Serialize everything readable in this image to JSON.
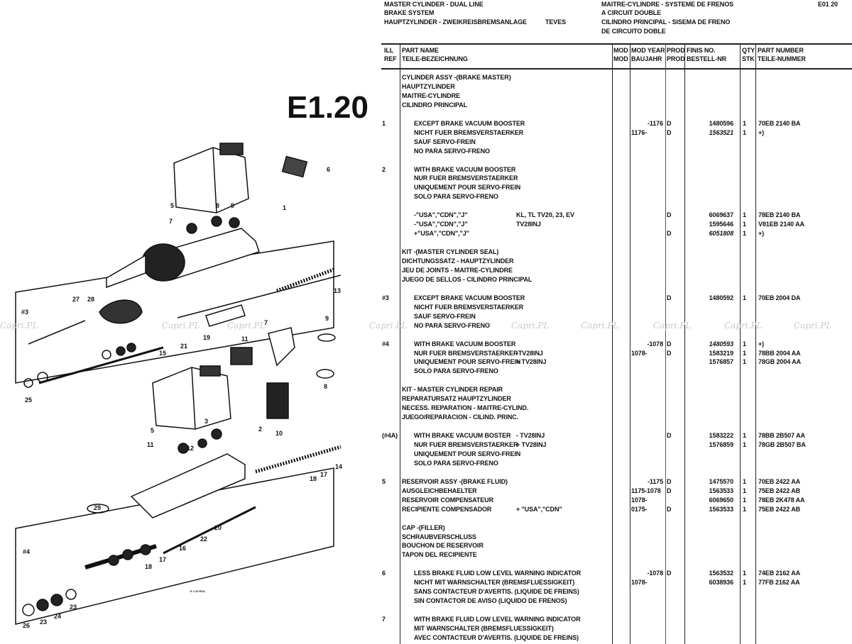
{
  "header": {
    "left": [
      "MASTER CYLINDER - DUAL LINE",
      "BRAKE SYSTEM",
      "HAUPTZYLINDER - ZWEIKREISBREMSANLAGE"
    ],
    "manufacturer": "TEVES",
    "right": [
      "MAITRE-CYLINDRE - SYSTEME DE FRENOS",
      "A CIRCUIT DOUBLE",
      "CILINDRO PRINCIPAL - SISEMA DE FRENO",
      "DE CIRCUITO DOBLE"
    ],
    "page_code": "E01 20"
  },
  "columns": {
    "ill_ref": [
      "ILL",
      "REF"
    ],
    "part_name": [
      "PART NAME",
      "TEILE-BEZEICHNUNG"
    ],
    "mod": [
      "MOD",
      "MOD"
    ],
    "mod_year": [
      "MOD YEAR",
      "BAUJAHR"
    ],
    "prod": [
      "PROD",
      "PROD"
    ],
    "finis": [
      "FINIS NO.",
      "BESTELL-NR"
    ],
    "qty": [
      "QTY",
      "STK"
    ],
    "part_number": [
      "PART NUMBER",
      "TEILE-NUMMER"
    ]
  },
  "blocks": [
    {
      "ref": "",
      "lines": [
        {
          "name": "CYLINDER ASSY -(BRAKE MASTER)"
        },
        {
          "name": "HAUPTZYLINDER"
        },
        {
          "name": "MAITRE-CYLINDRE"
        },
        {
          "name": "CILINDRO PRINCIPAL"
        }
      ]
    },
    {
      "ref": "1",
      "lines": [
        {
          "name": "EXCEPT BRAKE VACUUM BOOSTER",
          "indent": true,
          "year": "-1176",
          "prod": "D",
          "finis": "1480596",
          "qty": "1",
          "part": "70EB 2140 BA"
        },
        {
          "name": "NICHT FUER BREMSVERSTAERKER",
          "indent": true,
          "year": "1176-",
          "prod": "D",
          "finis": "1563521",
          "italic": true,
          "qty": "1",
          "part": "+)"
        },
        {
          "name": "SAUF SERVO-FREIN",
          "indent": true
        },
        {
          "name": "NO PARA SERVO-FRENO",
          "indent": true
        }
      ]
    },
    {
      "ref": "2",
      "lines": [
        {
          "name": "WITH BRAKE VACUUM BOOSTER",
          "indent": true
        },
        {
          "name": "NUR FUER BREMSVERSTAERKER",
          "indent": true
        },
        {
          "name": "UNIQUEMENT POUR SERVO-FREIN",
          "indent": true
        },
        {
          "name": "SOLO PARA SERVO-FRENO",
          "indent": true
        }
      ]
    },
    {
      "ref": "",
      "lines": [
        {
          "name": "-\"USA\",\"CDN\",\"J\"",
          "indent": true,
          "note": "KL, TL TV20, 23, EV",
          "prod": "D",
          "finis": "6069637",
          "qty": "1",
          "part": "78EB 2140 BA"
        },
        {
          "name": "-\"USA\",\"CDN\",\"J\"",
          "indent": true,
          "note": "TV28INJ",
          "finis": "1595646",
          "qty": "1",
          "part": "V81EB 2140 AA"
        },
        {
          "name": "+\"USA\",\"CDN\",\"J\"",
          "indent": true,
          "prod": "D",
          "finis": "6051808",
          "italic": true,
          "qty": "1",
          "part": "+)"
        }
      ]
    },
    {
      "ref": "",
      "lines": [
        {
          "name": "KIT -(MASTER CYLINDER SEAL)"
        },
        {
          "name": "DICHTUNGSSATZ - HAUPTZYLINDER"
        },
        {
          "name": "JEU DE JOINTS - MAITRE-CYLINDRE"
        },
        {
          "name": "JUEGO DE SELLOS - CILINDRO PRINCIPAL"
        }
      ]
    },
    {
      "ref": "#3",
      "lines": [
        {
          "name": "EXCEPT BRAKE VACUUM BOOSTER",
          "indent": true,
          "prod": "D",
          "finis": "1480592",
          "qty": "1",
          "part": "70EB 2004 DA"
        },
        {
          "name": "NICHT FUER BREMSVERSTAERKER",
          "indent": true
        },
        {
          "name": "SAUF SERVO-FREIN",
          "indent": true
        },
        {
          "name": "NO PARA SERVO-FRENO",
          "indent": true
        }
      ]
    },
    {
      "ref": "#4",
      "lines": [
        {
          "name": "WITH BRAKE VACUUM BOOSTER",
          "indent": true,
          "year": "-1078",
          "prod": "D",
          "finis": "1480593",
          "italic": true,
          "qty": "1",
          "part": "+)"
        },
        {
          "name": "NUR FUER BREMSVERSTAERKER",
          "indent": true,
          "note": "-TV28INJ",
          "year": "1078-",
          "prod": "D",
          "finis": "1583219",
          "qty": "1",
          "part": "78BB 2004 AA"
        },
        {
          "name": "UNIQUEMENT POUR SERVO-FREIN",
          "indent": true,
          "note": "+ TV28INJ",
          "finis": "1576857",
          "qty": "1",
          "part": "78GB 2004 AA"
        },
        {
          "name": "SOLO PARA SERVO-FRENO",
          "indent": true
        }
      ]
    },
    {
      "ref": "",
      "lines": [
        {
          "name": "KIT - MASTER CYLINDER REPAIR"
        },
        {
          "name": "REPARATURSATZ HAUPTZYLINDER"
        },
        {
          "name": "NECESS. REPARATION - MAITRE-CYLIND."
        },
        {
          "name": "JUEGO/REPARACION - CILIND. PRINC."
        }
      ]
    },
    {
      "ref": "(#4A)",
      "lines": [
        {
          "name": "WITH BRAKE VACUUM BOSTER",
          "indent": true,
          "note": "- TV28INJ",
          "prod": "D",
          "finis": "1583222",
          "qty": "1",
          "part": "78BB 2B507 AA"
        },
        {
          "name": "NUR FUER BREMSVERSTAERKER",
          "indent": true,
          "note": "+ TV28INJ",
          "finis": "1576859",
          "qty": "1",
          "part": "78GB 2B507 BA"
        },
        {
          "name": "UNIQUEMENT POUR SERVO-FREIN",
          "indent": true
        },
        {
          "name": "SOLO PARA SERVO-FRENO",
          "indent": true
        }
      ]
    },
    {
      "ref": "5",
      "lines": [
        {
          "name": "RESERVOIR ASSY -(BRAKE FLUID)",
          "year": "-1175",
          "prod": "D",
          "finis": "1475570",
          "qty": "1",
          "part": "70EB 2422 AA"
        },
        {
          "name": "AUSGLEICHBEHAELTER",
          "year": "1175-1078",
          "prod": "D",
          "finis": "1563533",
          "qty": "1",
          "part": "75EB 2422 AB"
        },
        {
          "name": "RESERVOIR COMPENSATEUR",
          "year": "1078-",
          "finis": "6069650",
          "qty": "1",
          "part": "78EB 2K478 AA"
        },
        {
          "name": "RECIPIENTE COMPENSADOR",
          "note": "+ \"USA\",\"CDN\"",
          "year": "0175-",
          "prod": "D",
          "finis": "1563533",
          "qty": "1",
          "part": "75EB 2422 AB"
        }
      ]
    },
    {
      "ref": "",
      "lines": [
        {
          "name": "CAP -(FILLER)"
        },
        {
          "name": "SCHRAUBVERSCHLUSS"
        },
        {
          "name": "BOUCHON DE RESERVOIR"
        },
        {
          "name": "TAPON DEL RECIPIENTE"
        }
      ]
    },
    {
      "ref": "6",
      "lines": [
        {
          "name": "LESS BRAKE FLUID LOW LEVEL WARNING INDICATOR",
          "indent": true,
          "year": "-1078",
          "prod": "D",
          "finis": "1563532",
          "qty": "1",
          "part": "74EB 2162 AA"
        },
        {
          "name": "NICHT MIT WARNSCHALTER (BREMSFLUESSIGKEIT)",
          "indent": true,
          "year": "1078-",
          "finis": "6038936",
          "qty": "1",
          "part": "77FB 2162 AA"
        },
        {
          "name": "SANS CONTACTEUR D'AVERTIS. (LIQUIDE DE FREINS)",
          "indent": true
        },
        {
          "name": "SIN CONTACTOR DE AVISO (LIQUIDO DE FRENOS)",
          "indent": true
        }
      ]
    },
    {
      "ref": "7",
      "lines": [
        {
          "name": "WITH BRAKE FLUID LOW LEVEL WARNING INDICATOR",
          "indent": true
        },
        {
          "name": "MIT WARNSCHALTER (BREMSFLUESSIGKEIT)",
          "indent": true
        },
        {
          "name": "AVEC CONTACTEUR D'AVERTIS. (LIQUIDE DE FREINS)",
          "indent": true
        }
      ]
    }
  ],
  "diagram": {
    "title": "E1.20",
    "callouts": [
      "6",
      "1",
      "5",
      "7",
      "8",
      "9",
      "13",
      "27",
      "28",
      "#3",
      "15",
      "21",
      "19",
      "7",
      "9",
      "11",
      "8",
      "10",
      "25",
      "2",
      "5",
      "3",
      "11",
      "12",
      "14",
      "17",
      "18",
      "29",
      "20",
      "22",
      "16",
      "17",
      "18",
      "#4",
      "23",
      "24",
      "26",
      "23"
    ],
    "small_code": "E 1.20 E6A"
  },
  "watermark": "Capri.PL"
}
